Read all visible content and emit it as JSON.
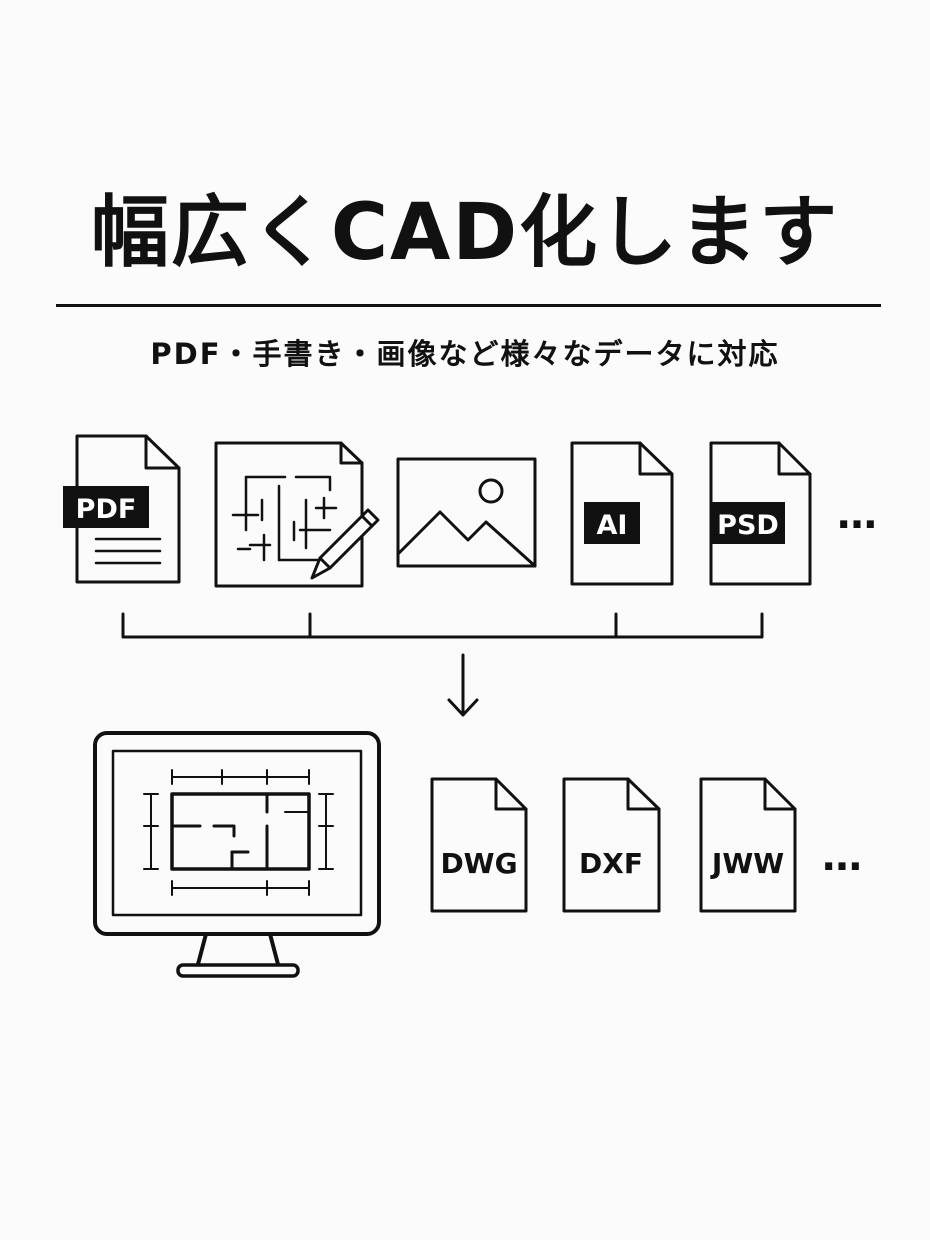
{
  "title": "幅広くCAD化します",
  "subtitle": "PDF・手書き・画像など様々なデータに対応",
  "inputs": {
    "pdf_label": "PDF",
    "ai_label": "AI",
    "psd_label": "PSD",
    "more": "…"
  },
  "outputs": {
    "dwg_label": "DWG",
    "dxf_label": "DXF",
    "jww_label": "JWW",
    "more": "…"
  },
  "colors": {
    "ink": "#111111",
    "background": "#fbfbfb"
  }
}
